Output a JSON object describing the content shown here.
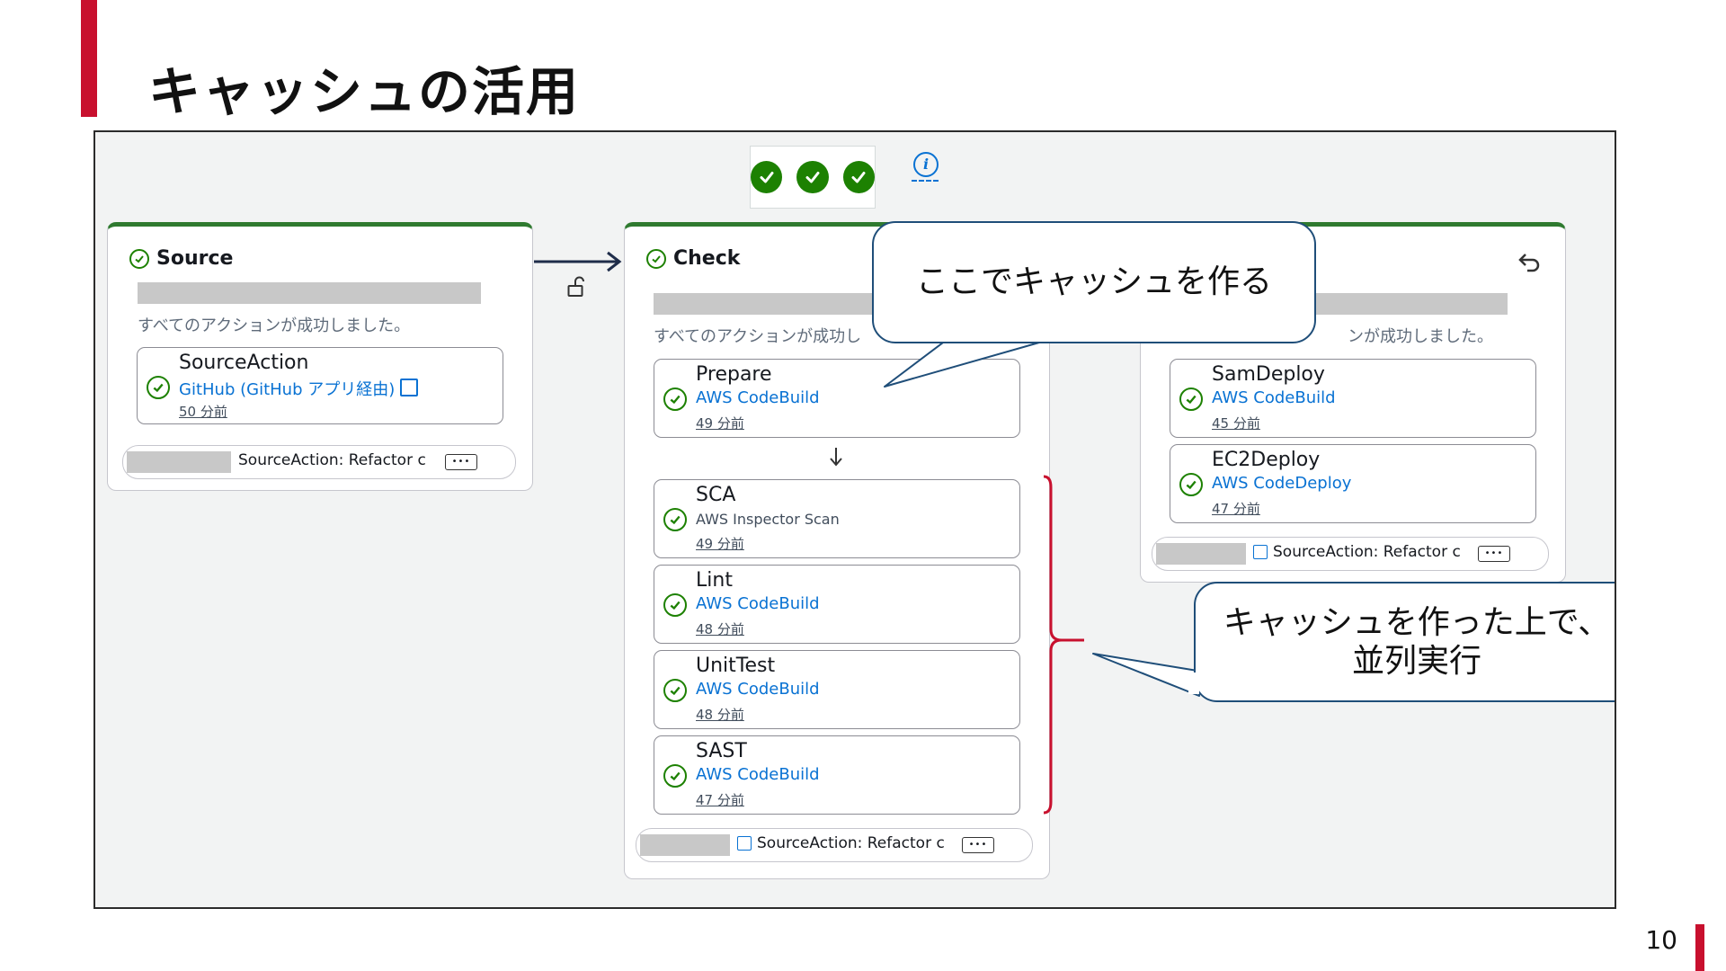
{
  "slide": {
    "title": "キャッシュの活用",
    "page_number": "10"
  },
  "pipeline": {
    "stages": {
      "source": {
        "name": "Source",
        "status_text": "すべてのアクションが成功しました。",
        "actions": [
          {
            "name": "SourceAction",
            "provider": "GitHub (GitHub アプリ経由)",
            "time": "50 分前"
          }
        ],
        "footer": "SourceAction: Refactor c"
      },
      "check": {
        "name": "Check",
        "status_text": "すべてのアクションが成功し",
        "actions": [
          {
            "name": "Prepare",
            "provider": "AWS CodeBuild",
            "time": "49 分前"
          },
          {
            "name": "SCA",
            "provider": "AWS Inspector Scan",
            "time": "49 分前"
          },
          {
            "name": "Lint",
            "provider": "AWS CodeBuild",
            "time": "48 分前"
          },
          {
            "name": "UnitTest",
            "provider": "AWS CodeBuild",
            "time": "48 分前"
          },
          {
            "name": "SAST",
            "provider": "AWS CodeBuild",
            "time": "47 分前"
          }
        ],
        "footer": "SourceAction: Refactor c"
      },
      "deploy": {
        "status_text": "ンが成功しました。",
        "actions": [
          {
            "name": "SamDeploy",
            "provider": "AWS CodeBuild",
            "time": "45 分前"
          },
          {
            "name": "EC2Deploy",
            "provider": "AWS CodeDeploy",
            "time": "47 分前"
          }
        ],
        "footer": "SourceAction: Refactor c"
      }
    },
    "more_label": "•••",
    "icons": {
      "status": "check-circle-icon",
      "info": "info-icon",
      "lock": "unlock-icon",
      "undo": "undo-icon",
      "external": "external-link-icon",
      "arrow": "arrow-down-icon"
    }
  },
  "callouts": {
    "cache": "ここでキャッシュを作る",
    "parallel_line1": "キャッシュを作った上で、",
    "parallel_line2": "並列実行"
  },
  "colors": {
    "accent": "#c8102e",
    "success": "#1d8102",
    "link": "#0972d3",
    "callout_border": "#1f4e79"
  }
}
